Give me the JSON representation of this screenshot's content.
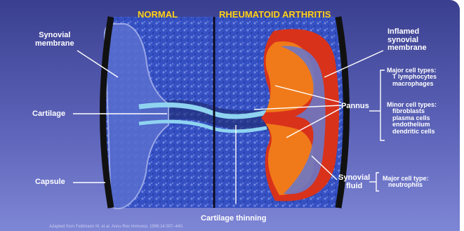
{
  "headings": {
    "normal": "NORMAL",
    "ra": "RHEUMATOID ARTHRITIS"
  },
  "labels": {
    "synovial_membrane": [
      "Synovial",
      "membrane"
    ],
    "cartilage": "Cartilage",
    "capsule": "Capsule",
    "inflamed_membrane": [
      "Inflamed",
      "synovial",
      "membrane"
    ],
    "pannus": "Pannus",
    "synovial_fluid": [
      "Synovial",
      "fluid"
    ],
    "cartilage_thinning": "Cartilage thinning",
    "major_cell_types_title": "Major cell types:",
    "major_cell_types": [
      "T lymphocytes",
      "macrophages"
    ],
    "minor_cell_types_title": "Minor cell types:",
    "minor_cell_types": [
      "fibroblasts",
      "plasma cells",
      "endothelium",
      "dendritic cells"
    ],
    "fluid_major_title": "Major cell type:",
    "fluid_major": "neutrophils"
  },
  "citation": "Adapted from Feldmann M, et al. Annu Rev Immunol. 1996;14:397–440.",
  "colors": {
    "heading": "#ffd21a",
    "bone": "#2f47b5",
    "cartilage": "#8fd3f0",
    "capsule": "#111111",
    "inflamed_membrane": "#d8321b",
    "pannus": "#f07a1a"
  }
}
